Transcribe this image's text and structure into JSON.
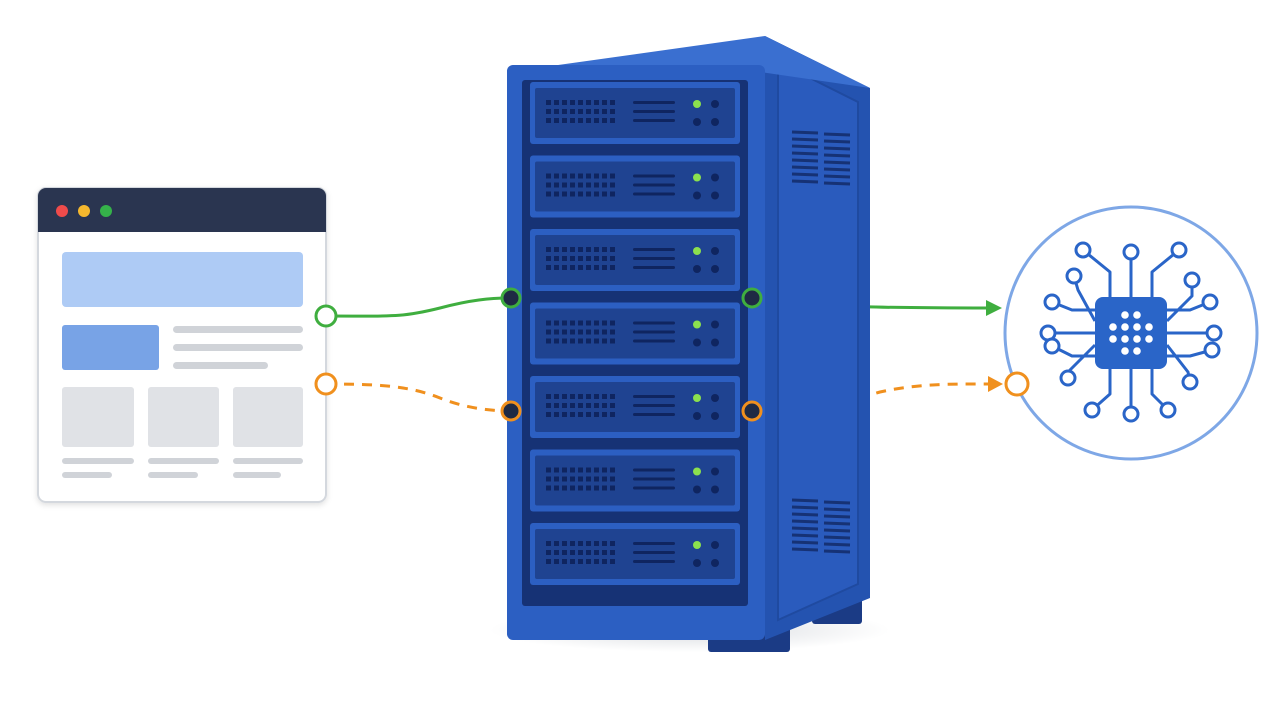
{
  "colors": {
    "background": "#ffffff",
    "browser_frame": "#2a3550",
    "browser_border": "#d4d8de",
    "dot_red": "#ef4b4b",
    "dot_yellow": "#f5b82e",
    "dot_green": "#35b24a",
    "hero_block": "#aecbf5",
    "accent_block": "#78a3e6",
    "placeholder_gray": "#e0e2e6",
    "placeholder_line": "#d0d3d8",
    "rack_blue": "#2c5fc2",
    "rack_dark": "#1b3b85",
    "rack_side": "#2453b0",
    "unit_face": "#1f4391",
    "led_green": "#8be04e",
    "link_solid": "#3fae3f",
    "link_dashed": "#f0901e",
    "connector_dark": "#1f2a44",
    "ai_ring": "#7ea7e6",
    "chip_blue": "#2a65c8",
    "circuit_line": "#2a65c8"
  },
  "icons": {
    "browser": "browser-window-icon",
    "server": "server-rack-icon",
    "ai": "ai-chip-icon"
  },
  "diagram": {
    "nodes": [
      {
        "id": "client",
        "kind": "browser-window"
      },
      {
        "id": "server",
        "kind": "server-rack",
        "units": 7
      },
      {
        "id": "ai",
        "kind": "ai-chip"
      }
    ],
    "links": [
      {
        "from": "client",
        "to": "server",
        "style": "solid",
        "color": "link_solid"
      },
      {
        "from": "server",
        "to": "ai",
        "style": "solid",
        "color": "link_solid",
        "arrow": true
      },
      {
        "from": "client",
        "to": "server",
        "style": "dashed",
        "color": "link_dashed"
      },
      {
        "from": "server",
        "to": "ai",
        "style": "dashed",
        "color": "link_dashed",
        "arrow": true
      }
    ]
  }
}
